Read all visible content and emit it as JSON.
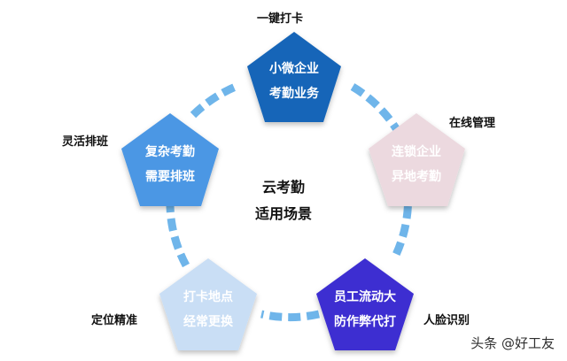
{
  "center": {
    "line1": "云考勤",
    "line2": "适用场景"
  },
  "pentagons": [
    {
      "line1": "小微企业",
      "line2": "考勤业务",
      "color": "#1565b8",
      "text_color": "#ffffff"
    },
    {
      "line1": "连锁企业",
      "line2": "异地考勤",
      "color": "#ecd9df",
      "text_color": "#ffffff"
    },
    {
      "line1": "员工流动大",
      "line2": "防作弊代打",
      "color": "#3d2fd1",
      "text_color": "#ffffff"
    },
    {
      "line1": "打卡地点",
      "line2": "经常更换",
      "color": "#c9def5",
      "text_color": "#ffffff"
    },
    {
      "line1": "复杂考勤",
      "line2": "需要排班",
      "color": "#4b97e4",
      "text_color": "#ffffff"
    }
  ],
  "labels": {
    "top": "一键打卡",
    "upper_right": "在线管理",
    "lower_right": "人脸识别",
    "lower_left": "定位精准",
    "upper_left": "灵活排班"
  },
  "ring_color": "#6fb5ea",
  "watermark": "头条 @好工友"
}
